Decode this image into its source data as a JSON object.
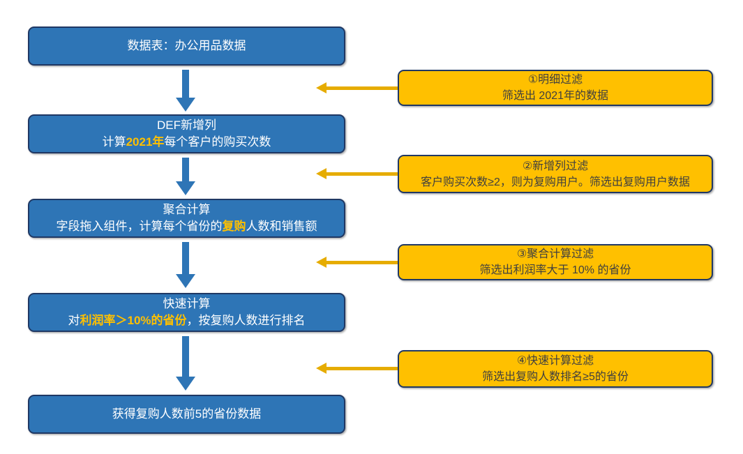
{
  "diagram": {
    "type": "flowchart",
    "direction": "top-to-bottom",
    "colors": {
      "step_fill": "#2E75B6",
      "step_border": "#1F3864",
      "step_text": "#FFFFFF",
      "annotation_fill": "#FFC000",
      "annotation_border": "#203864",
      "annotation_text": "#3F3F3F",
      "highlight_text": "#FFC000",
      "down_arrow": "#2E75B6",
      "left_arrow": "#E6AC00"
    },
    "steps": [
      {
        "line1": {
          "pre": "数据表：办公用品数据",
          "hl": "",
          "post": ""
        }
      },
      {
        "line1": {
          "pre": "DEF新增列",
          "hl": "",
          "post": ""
        },
        "line2": {
          "pre": "计算",
          "hl": "2021年",
          "post": "每个客户的购买次数"
        }
      },
      {
        "line1": {
          "pre": "聚合计算",
          "hl": "",
          "post": ""
        },
        "line2": {
          "pre": "字段拖入组件，计算每个省份的",
          "hl": "复购",
          "post": "人数和销售额"
        }
      },
      {
        "line1": {
          "pre": "快速计算",
          "hl": "",
          "post": ""
        },
        "line2": {
          "pre": "对",
          "hl": "利润率＞10%的省份",
          "post": "，按复购人数进行排名"
        }
      },
      {
        "line1": {
          "pre": "获得复购人数前5的省份数据",
          "hl": "",
          "post": ""
        }
      }
    ],
    "annotations": [
      {
        "title": "①明细过滤",
        "desc": "筛选出 2021年的数据"
      },
      {
        "title": "②新增列过滤",
        "desc": "客户购买次数≥2，则为复购用户。筛选出复购用户数据"
      },
      {
        "title": "③聚合计算过滤",
        "desc": "筛选出利润率大于 10% 的省份"
      },
      {
        "title": "④快速计算过滤",
        "desc": "筛选出复购人数排名≥5的省份"
      }
    ]
  }
}
